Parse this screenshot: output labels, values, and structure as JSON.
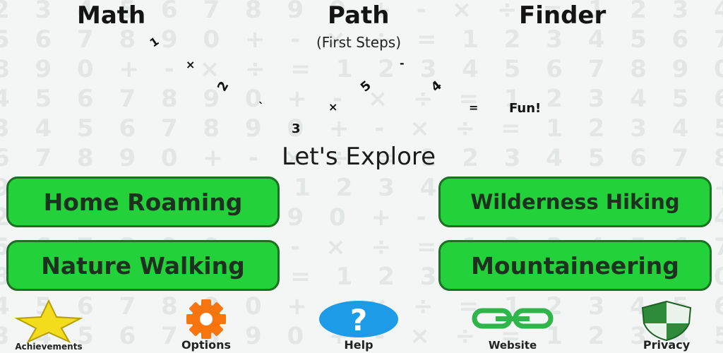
{
  "background_pattern": {
    "rows": [
      "2 3 4 5 6 7 8 9 0 + - × ÷ = 1 2 3 4 5 6 7 8 9 0 + - × ÷ = 1 2 3 4",
      "5 6 7 8 9 0 + - × ÷ = 1 2 3 4 5 6 7 8 9 0 + - × ÷ = 1 2 3 4 5 6 7",
      "8 9 0 + - × ÷ = 1 2 3 4 5 6 7 8 9 0 + - × ÷ = 1 2 3 4 5 6 7 8 9 0",
      "4 5 6 7 8 9 0 + - × ÷ = 1 2 3 4 5 6 7 8 9 0 + - × ÷ = 1 2 3 4 5 6",
      "3 4 5 6 7 8 9 0 + - × ÷ = 1 2 3 4 5 6 7 8 9 0 + - × ÷ = 1 2 3 4",
      "6 7 8 9 0 + - × ÷ = 1 2 3 4 5 6 7 8 9 0 + - × ÷ = 1 2 3 4 5 6 7",
      "9 0 + - × ÷ = 1 2 3 4 5 6 7 8 9 0 + - × ÷ = 1 2 3 4 5 6 7 8 9 0",
      "2 3 4 5 6 7 8 9 0 + - × ÷ = 1 2 3 4 5 6 7 8 9 0 + - × ÷ = 1 2 3 4",
      "5 6 7 8 9 0 + - × ÷ = 1 2 3 4 5 6 7 8 9 0 + - × ÷ = 1 2 3 4 5 6 7",
      "8 9 0 + - × ÷ = 1 2 3 4 5 6 7 8 9 0 + - × ÷ = 1 2 3 4 5 6 7 8 9 0",
      "4 5 6 7 8 9 0 + - × ÷ = 1 2 3 4 5 6 7 8 9 0 + - × ÷ = 1 2 3 4 5 6",
      "3 4 5 6 7 8 9 0 + - × ÷ = 1 2 3 4 5 6 7 8 9 0 + - × ÷ = 1 2 3 4"
    ]
  },
  "title": {
    "word1": "Math",
    "word2": "Path",
    "word3": "Finder"
  },
  "subtitle": "(First Steps)",
  "path": {
    "symbols": [
      "1",
      "×",
      "2",
      "`",
      "3",
      "×",
      "5",
      "-",
      "4",
      "="
    ],
    "result": "Fun!"
  },
  "explore_heading": "Let's Explore",
  "modes": {
    "home": "Home Roaming",
    "wilderness": "Wilderness Hiking",
    "nature": "Nature Walking",
    "mountain": "Mountaineering"
  },
  "nav": {
    "achievements": "Achievements",
    "options": "Options",
    "help": "Help",
    "website": "Website",
    "privacy": "Privacy"
  },
  "colors": {
    "button_green": "#23d23a",
    "button_border": "#1d6f24",
    "star_yellow": "#f2dc1c",
    "gear_orange": "#f7740f",
    "help_blue": "#1e9be6",
    "link_green": "#2fb54a",
    "shield_green": "#2e8b3a"
  },
  "icons": [
    "star-icon",
    "gear-icon",
    "question-icon",
    "link-icon",
    "shield-icon"
  ]
}
